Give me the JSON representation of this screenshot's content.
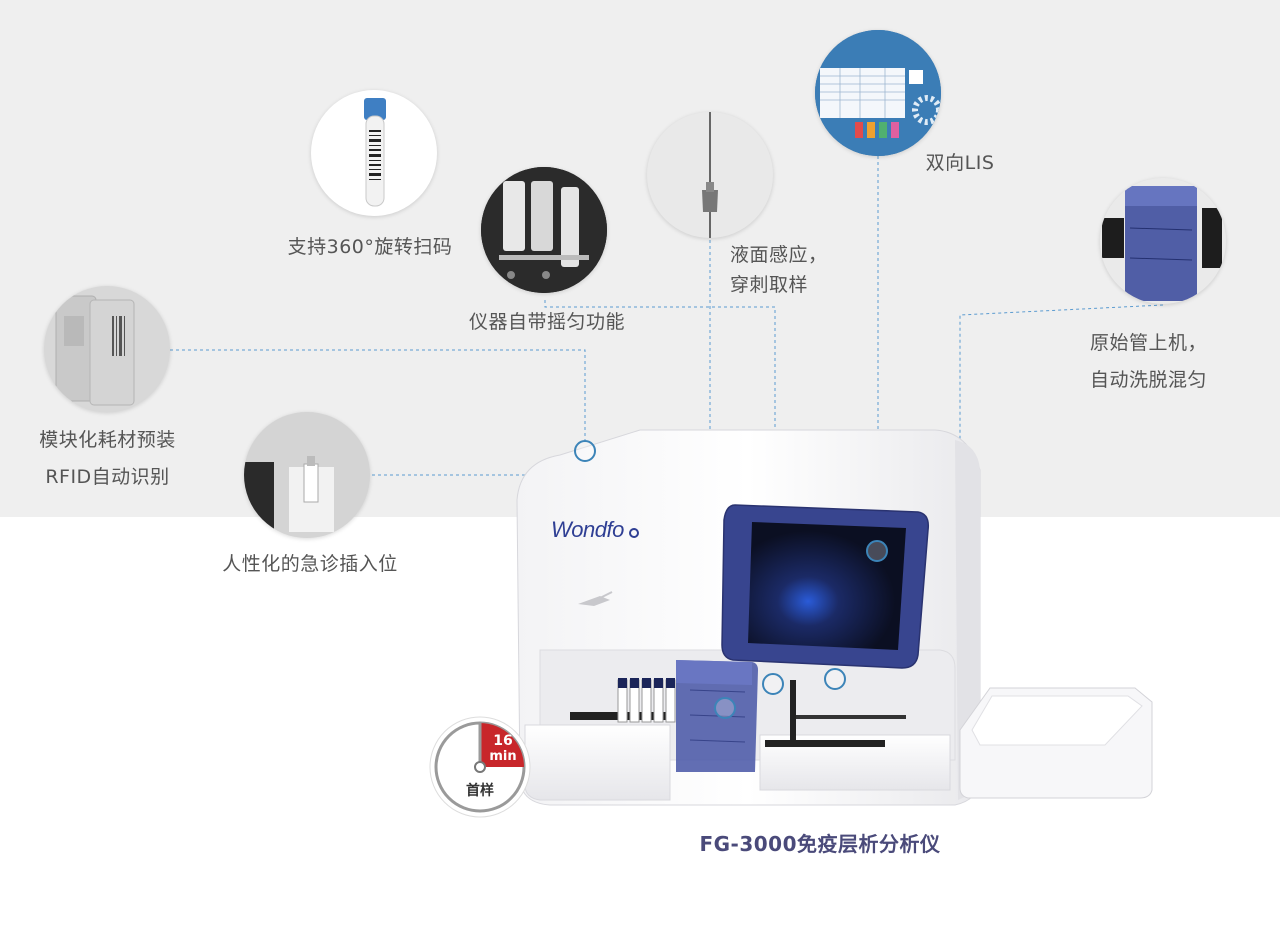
{
  "features": {
    "barcode_scan": "支持360°旋转扫码",
    "mixing": "仪器自带摇匀功能",
    "liquid_sense": [
      "液面感应，",
      "穿刺取样"
    ],
    "lis": "双向LIS",
    "primary_tube": [
      "原始管上机，",
      "自动洗脱混匀"
    ],
    "consumables": [
      "模块化耗材预装",
      "RFID自动识别"
    ],
    "emergency": "人性化的急诊插入位"
  },
  "badge": {
    "time": "16",
    "unit": "min",
    "label": "首样"
  },
  "brand": "Wondfo",
  "product_title": "FG-3000免疫层析分析仪",
  "colors": {
    "leader": "#5b9bd0",
    "hotspot": "#3c84b8",
    "accent_blue": "#2f3f94",
    "badge_red": "#c8262a",
    "title": "#4a4a7a"
  }
}
